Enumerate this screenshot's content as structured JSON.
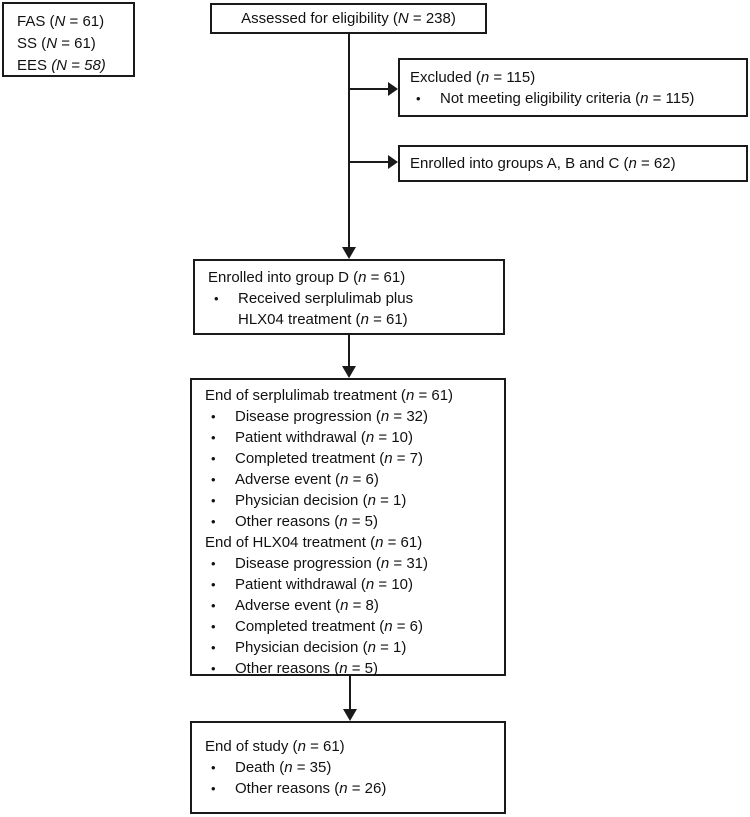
{
  "figure": {
    "type": "consort-flow-diagram",
    "bullet_char": "•",
    "colors": {
      "border": "#1a1a1a",
      "text": "#111111",
      "background": "#ffffff"
    }
  },
  "legend_box": {
    "lines": [
      {
        "bullet": false,
        "pre": "FAS (",
        "var": "N",
        "post": " = 61)"
      },
      {
        "bullet": false,
        "pre": "SS (",
        "var": "N",
        "post": " = 61)"
      },
      {
        "bullet": false,
        "pre": "EES ",
        "var": "(N = 58)",
        "post": ""
      }
    ]
  },
  "assessed_box": {
    "lines": [
      {
        "bullet": false,
        "pre": "Assessed for eligibility (",
        "var": "N",
        "post": " = 238)"
      }
    ]
  },
  "excluded_box": {
    "lines": [
      {
        "bullet": false,
        "pre": "Excluded (",
        "var": "n",
        "post": " = 115)"
      },
      {
        "bullet": true,
        "pre": "Not meeting eligibility criteria (",
        "var": "n",
        "post": " = 115)"
      }
    ]
  },
  "enrolled_abc_box": {
    "lines": [
      {
        "bullet": false,
        "pre": "Enrolled into groups A, B and C (",
        "var": "n",
        "post": " = 62)"
      }
    ]
  },
  "group_d_box": {
    "lines": [
      {
        "bullet": false,
        "pre": "Enrolled into group D (",
        "var": "n",
        "post": " = 61)"
      },
      {
        "bullet": true,
        "pre": "Received serplulimab plus",
        "var": "",
        "post": ""
      },
      {
        "bullet": false,
        "cont": true,
        "pre": "HLX04 treatment (",
        "var": "n",
        "post": " = 61)"
      }
    ]
  },
  "treatment_box": {
    "lines": [
      {
        "bullet": false,
        "pre": "End of serplulimab treatment (",
        "var": "n",
        "post": " = 61)"
      },
      {
        "bullet": true,
        "pre": "Disease progression (",
        "var": "n",
        "post": " = 32)"
      },
      {
        "bullet": true,
        "pre": "Patient withdrawal (",
        "var": "n",
        "post": " = 10)"
      },
      {
        "bullet": true,
        "pre": "Completed treatment (",
        "var": "n",
        "post": " = 7)"
      },
      {
        "bullet": true,
        "pre": "Adverse event (",
        "var": "n",
        "post": " = 6)"
      },
      {
        "bullet": true,
        "pre": "Physician decision (",
        "var": "n",
        "post": " = 1)"
      },
      {
        "bullet": true,
        "pre": "Other reasons (",
        "var": "n",
        "post": " = 5)"
      },
      {
        "bullet": false,
        "pre": "End of HLX04 treatment (",
        "var": "n",
        "post": " = 61)"
      },
      {
        "bullet": true,
        "pre": "Disease progression (",
        "var": "n",
        "post": " = 31)"
      },
      {
        "bullet": true,
        "pre": "Patient withdrawal (",
        "var": "n",
        "post": " = 10)"
      },
      {
        "bullet": true,
        "pre": "Adverse event (",
        "var": "n",
        "post": " = 8)"
      },
      {
        "bullet": true,
        "pre": "Completed treatment (",
        "var": "n",
        "post": " = 6)"
      },
      {
        "bullet": true,
        "pre": "Physician decision (",
        "var": "n",
        "post": " = 1)"
      },
      {
        "bullet": true,
        "pre": "Other reasons (",
        "var": "n",
        "post": " = 5)"
      }
    ]
  },
  "study_box": {
    "lines": [
      {
        "bullet": false,
        "pre": "End of study (",
        "var": "n",
        "post": " = 61)"
      },
      {
        "bullet": true,
        "pre": "Death (",
        "var": "n",
        "post": " = 35)"
      },
      {
        "bullet": true,
        "pre": "Other reasons (",
        "var": "n",
        "post": " = 26)"
      }
    ]
  }
}
